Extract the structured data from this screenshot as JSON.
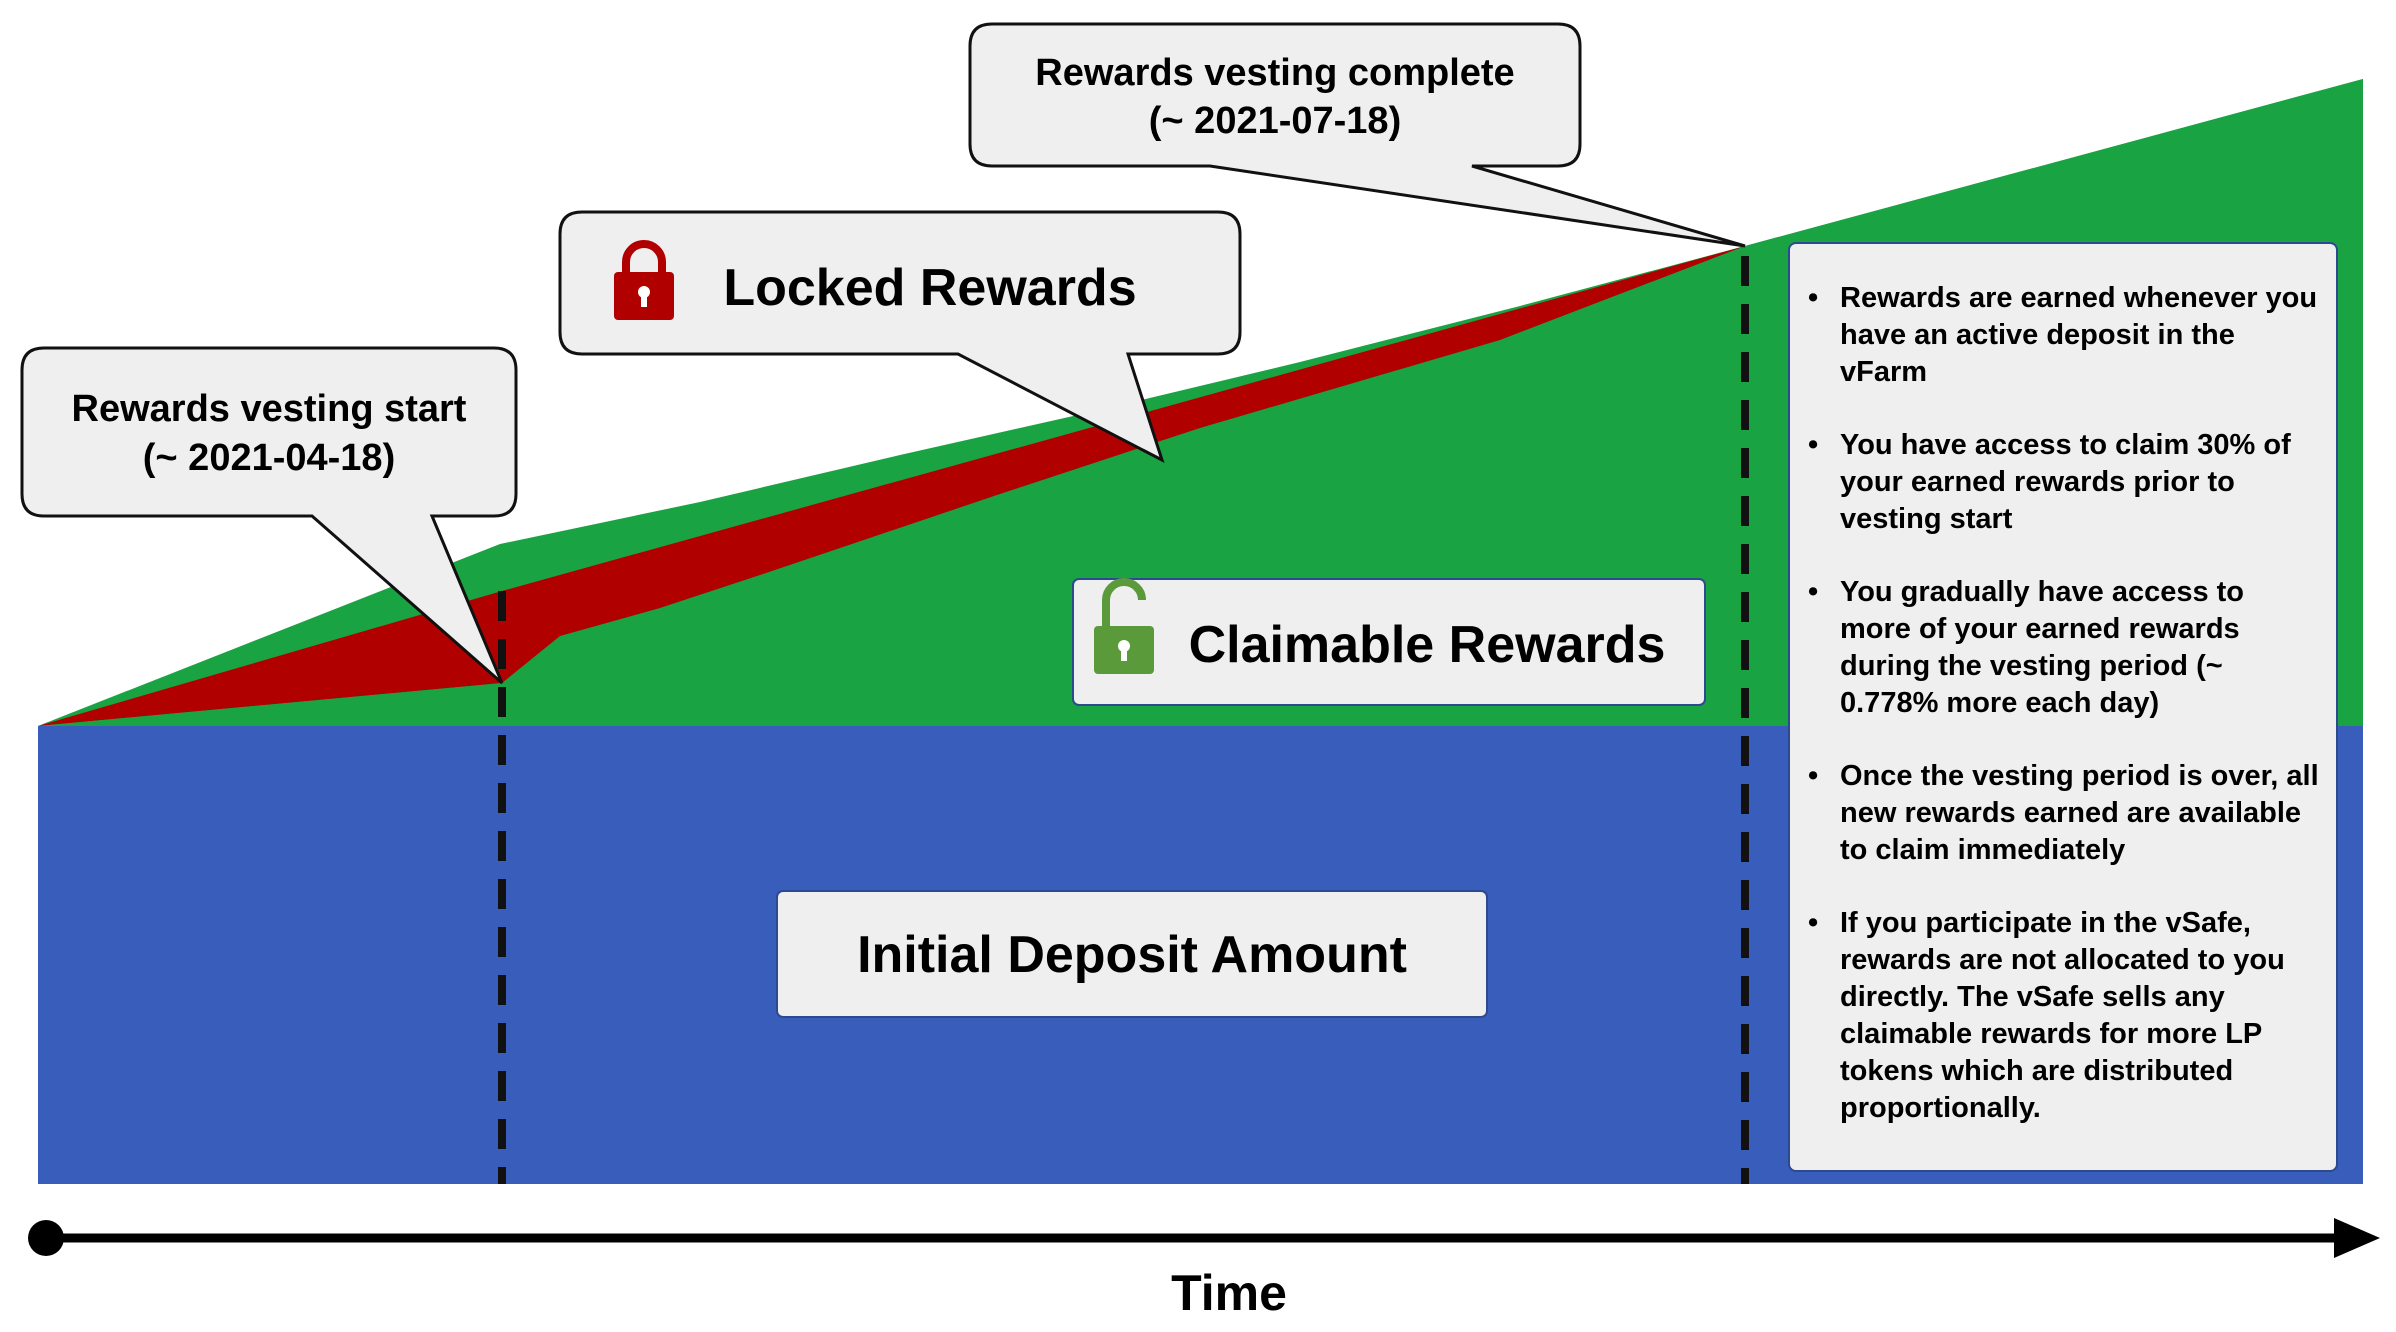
{
  "colors": {
    "deposit": "#385dba",
    "claimable": "#1aa343",
    "locked": "#b10000",
    "callout_fill": "#efefef",
    "callout_stroke": "#111111",
    "label_box_stroke": "#2d4a8f",
    "lock_red": "#b10000",
    "lock_green": "#5a9a3a"
  },
  "callouts": {
    "vesting_start": {
      "line1": "Rewards vesting start",
      "line2": "(~ 2021-04-18)"
    },
    "vesting_complete": {
      "line1": "Rewards vesting complete",
      "line2": "(~ 2021-07-18)"
    },
    "locked": {
      "label": "Locked Rewards",
      "icon": "lock-closed-icon"
    }
  },
  "labels": {
    "claimable": "Claimable Rewards",
    "claimable_icon": "lock-open-icon",
    "deposit": "Initial Deposit Amount",
    "axis": "Time"
  },
  "info_panel": {
    "bullet": "•",
    "items": [
      "Rewards are earned whenever you have an active deposit in the vFarm",
      "You have access to claim 30% of your earned rewards prior to vesting start",
      "You gradually have access to more of your earned rewards during the vesting period (~ 0.778% more each day)",
      "Once the vesting period is over, all new rewards earned are available to claim immediately",
      "If you participate in the vSafe, rewards are not allocated to you directly. The vSafe sells any claimable rewards for more LP tokens which are distributed proportionally."
    ]
  }
}
